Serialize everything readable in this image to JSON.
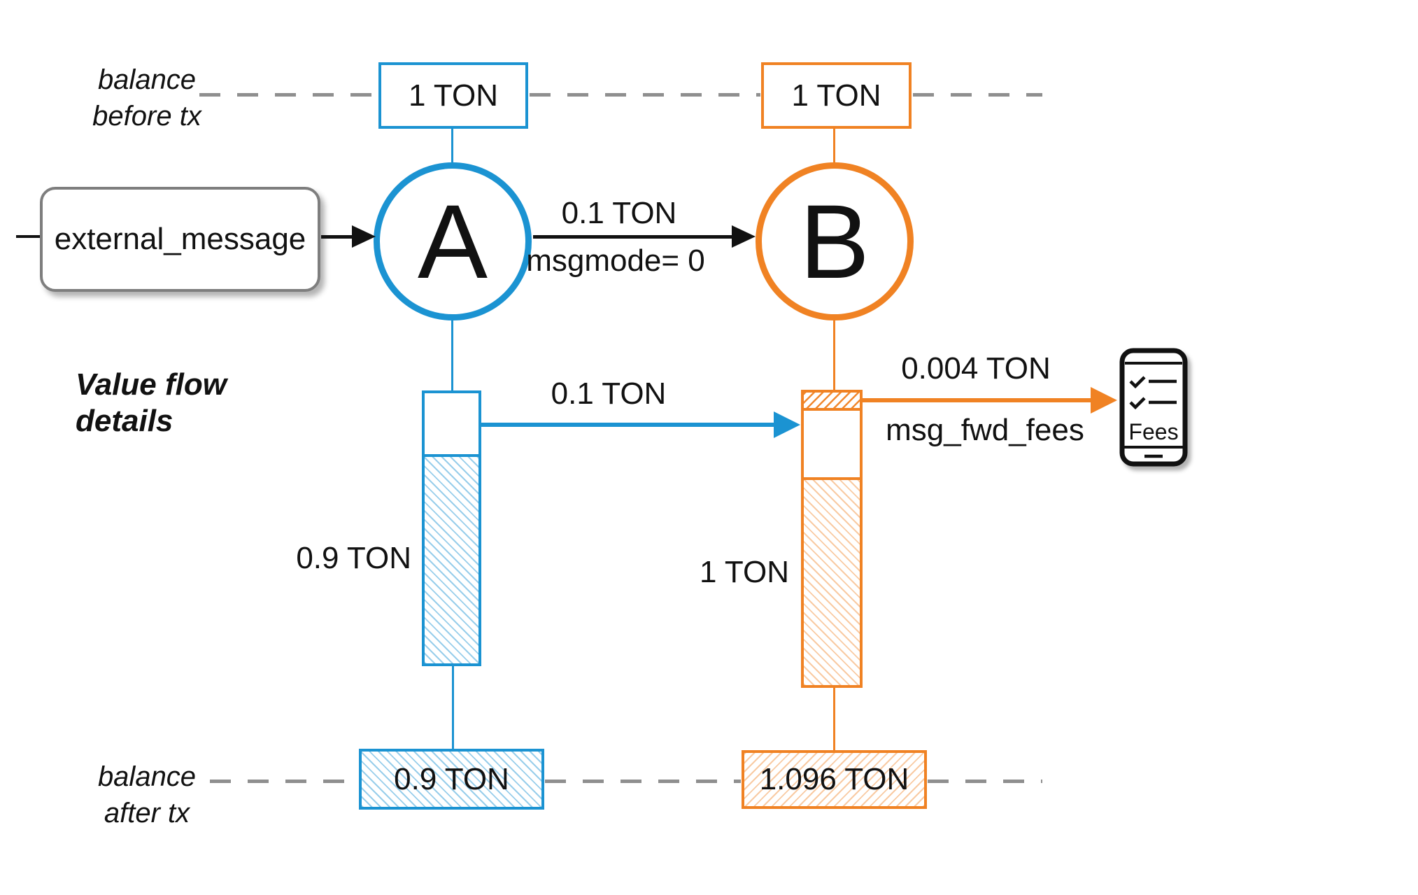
{
  "colors": {
    "account_a_blue": "#1b93d2",
    "account_b_orange": "#f08223",
    "text_black": "#111111",
    "dashed_line_gray": "#8f8f8f",
    "external_box_border_gray": "#7e7e7e",
    "hatch_blue_light": "#9cc9e4",
    "hatch_orange_light": "#f3c49c"
  },
  "labels": {
    "balance_before": [
      "balance",
      "before tx"
    ],
    "balance_after": [
      "balance",
      "after tx"
    ],
    "value_flow": [
      "Value flow",
      "details"
    ]
  },
  "accounts": {
    "a": {
      "name": "A",
      "balance_before": "1 TON",
      "bar_kept": "0.9 TON",
      "balance_after": "0.9 TON"
    },
    "b": {
      "name": "B",
      "balance_before": "1 TON",
      "bar_original": "1 TON",
      "balance_after": "1.096 TON"
    }
  },
  "flows": {
    "external_message": "external_message",
    "message_amount": "0.1 TON",
    "message_mode": "msgmode= 0",
    "transfer_amount": "0.1 TON",
    "fee_amount": "0.004 TON",
    "fee_name": "msg_fwd_fees",
    "fee_icon_label": "Fees"
  }
}
